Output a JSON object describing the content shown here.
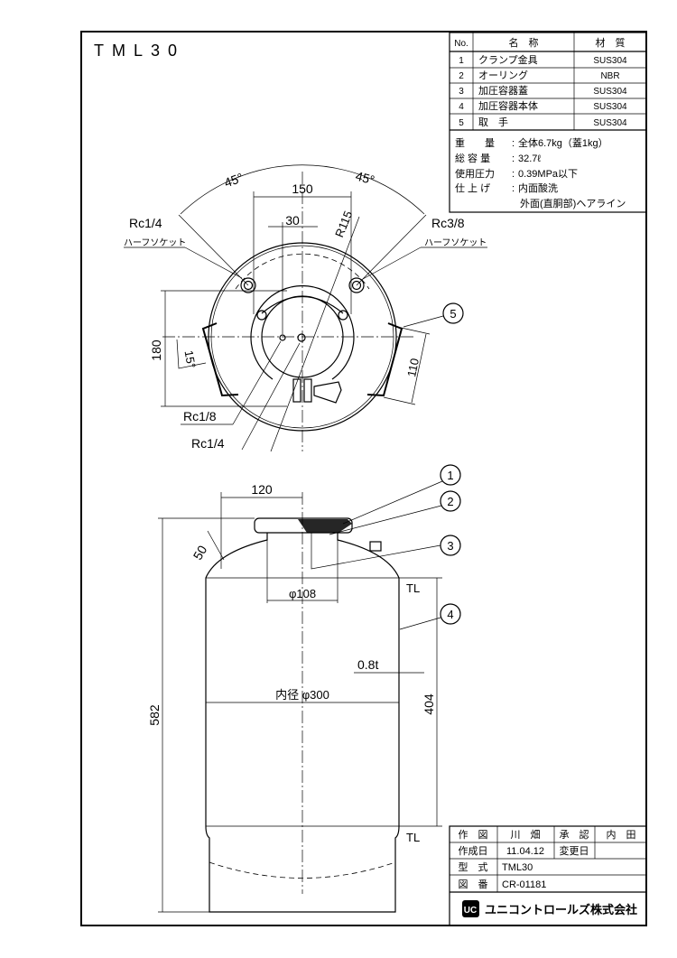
{
  "title": "TML30",
  "parts_table": {
    "headers": [
      "No.",
      "名　称",
      "材　質"
    ],
    "rows": [
      {
        "no": "1",
        "name": "クランプ金具",
        "material": "SUS304"
      },
      {
        "no": "2",
        "name": "オーリング",
        "material": "NBR"
      },
      {
        "no": "3",
        "name": "加圧容器蓋",
        "material": "SUS304"
      },
      {
        "no": "4",
        "name": "加圧容器本体",
        "material": "SUS304"
      },
      {
        "no": "5",
        "name": "取　手",
        "material": "SUS304"
      }
    ]
  },
  "specs": [
    {
      "label": "重　　量",
      "value": "全体6.7kg（蓋1kg）"
    },
    {
      "label": "総 容 量",
      "value": "32.7ℓ"
    },
    {
      "label": "使用圧力",
      "value": "0.39MPa以下"
    },
    {
      "label": "仕 上 げ",
      "value": "内面酸洗"
    },
    {
      "label": "",
      "value": "外面(直胴部)ヘアライン"
    }
  ],
  "top_view": {
    "angle_left": "45°",
    "angle_right": "45°",
    "dim_150": "150",
    "dim_30": "30",
    "radius": "R115",
    "port_left": "Rc1/4",
    "port_left_sub": "ハーフソケット",
    "port_right": "Rc3/8",
    "port_right_sub": "ハーフソケット",
    "dim_180": "180",
    "angle_15": "15°",
    "dim_110": "110",
    "port_bottom1": "Rc1/8",
    "port_bottom2": "Rc1/4",
    "balloon_5": "5"
  },
  "side_view": {
    "dim_120": "120",
    "dim_50": "50",
    "dim_108": "φ108",
    "dim_582": "582",
    "dim_404": "404",
    "thickness": "0.8t",
    "inner_diameter": "内径 φ300",
    "tl_top": "TL",
    "tl_bottom": "TL",
    "balloons": [
      "1",
      "2",
      "3",
      "4"
    ]
  },
  "title_block": {
    "drawn_label": "作　図",
    "drawn_by": "川　畑",
    "approved_label": "承　認",
    "approved_by": "内　田",
    "date_label": "作成日",
    "date": "11.04.12",
    "revised_label": "変更日",
    "revised": "",
    "model_label": "型　式",
    "model": "TML30",
    "drawing_no_label": "図　番",
    "drawing_no": "CR-01181",
    "company": "ユニコントロールズ株式会社"
  }
}
